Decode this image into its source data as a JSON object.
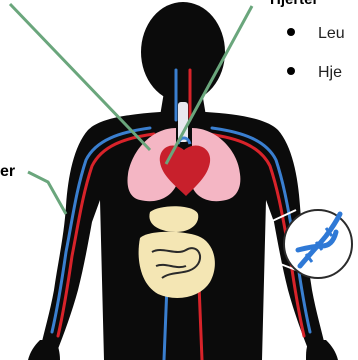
{
  "labels": {
    "top_right_heading": "Hjerter",
    "left_heading": "er",
    "bullets": [
      "Leu",
      "Hje"
    ]
  },
  "colors": {
    "body": "#0b0b0b",
    "pointer": "#6aa67c",
    "artery": "#d8232a",
    "vein": "#3a7fd0",
    "lungs": "#f4b6c4",
    "heart": "#c8202c",
    "digestive": "#f4e6b4",
    "dna_circle": "#2f79d6"
  },
  "icons": {
    "dna": "dna-helix-icon"
  }
}
